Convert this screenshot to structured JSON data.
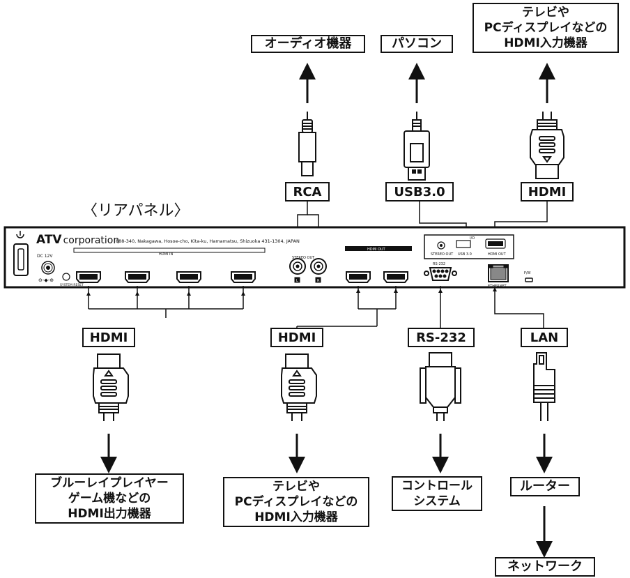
{
  "panel_title": "〈リアパネル〉",
  "device": {
    "brand": "ATV",
    "brand_suffix": "corporation",
    "address": "888-340, Nakagawa, Hosoe-cho, Kita-ku, Hamamatsu, Shizuoka 431-1304, JAPAN",
    "hdmi_in": "HDMI IN",
    "hdmi_out": "HDMI OUT",
    "dc": "DC 12V",
    "system_reset": "SYSTEM\nRESET",
    "stereo_out_top": "STEREO OUT",
    "stereo_out": "STEREO OUT",
    "usb": "USB 3.0",
    "hdmi_out_small": "HDMI OUT",
    "rs232": "RS-232",
    "ethernet": "ETHERNET",
    "fw": "F/W",
    "l": "L",
    "r": "R",
    "io": "I/O"
  },
  "top_destinations": {
    "audio": "オーディオ機器",
    "pc": "パソコン",
    "tv": "テレビや\nPCディスプレイなどの\nHDMI入力機器"
  },
  "top_ports": {
    "rca": "RCA",
    "usb": "USB3.0",
    "hdmi": "HDMI"
  },
  "bottom_ports": {
    "hdmi_in": "HDMI",
    "hdmi_out": "HDMI",
    "rs232": "RS-232",
    "lan": "LAN"
  },
  "bottom_destinations": {
    "player": "ブルーレイプレイヤー\nゲーム機などの\nHDMI出力機器",
    "tv": "テレビや\nPCディスプレイなどの\nHDMI入力機器",
    "control": "コントロール\nシステム",
    "router": "ルーター",
    "network": "ネットワーク"
  }
}
